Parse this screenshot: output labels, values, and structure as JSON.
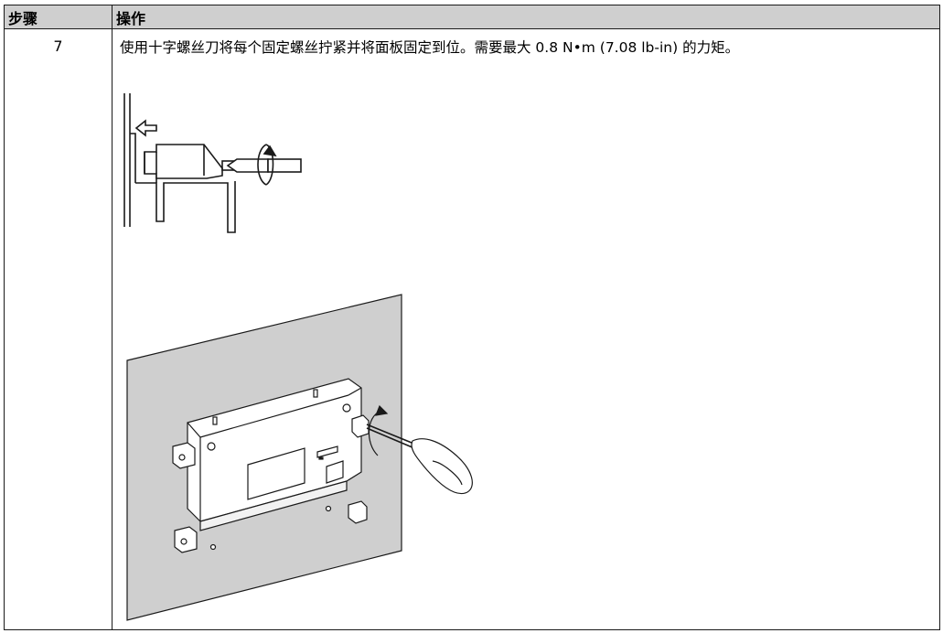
{
  "table": {
    "headers": [
      "步骤",
      "操作"
    ],
    "rows": [
      {
        "step": "7",
        "instruction": "使用十字螺丝刀将每个固定螺丝拧紧并将面板固定到位。需要最大 0.8 N•m (7.08 lb-in) 的力矩。"
      }
    ]
  }
}
